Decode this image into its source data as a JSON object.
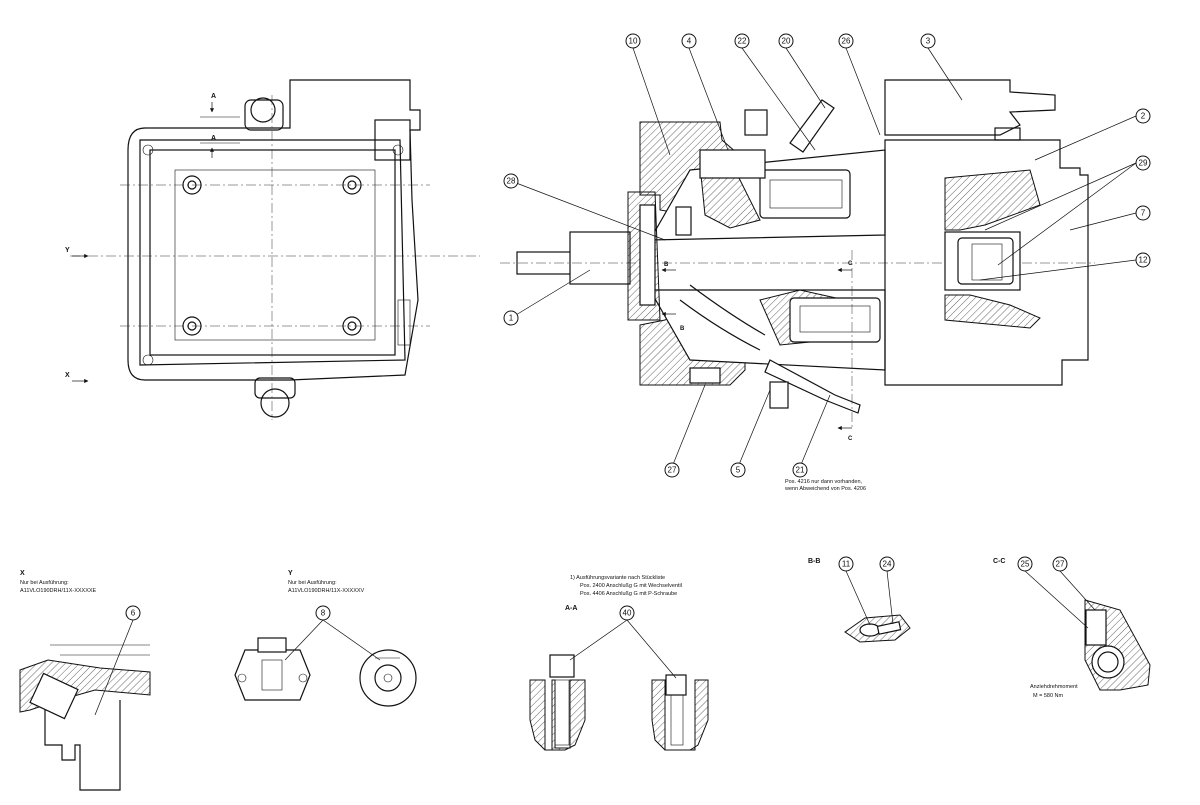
{
  "views": {
    "main_section": {
      "balloons": [
        "10",
        "4",
        "22",
        "20",
        "26",
        "3",
        "2",
        "29",
        "7",
        "12",
        "28",
        "1",
        "27",
        "5",
        "21"
      ],
      "section_markers": {
        "b_top": "B",
        "b_bottom": "B",
        "c_top": "C",
        "c_bottom": "C"
      },
      "note": [
        "Pos. 4216 nur dann vorhanden,",
        "wenn Abweichend von Pos. 4206"
      ]
    },
    "left_view": {
      "a_top": "A",
      "a_bottom": "A",
      "y_label": "Y",
      "x_label": "X"
    },
    "detail_x": {
      "title": "X",
      "note": [
        "Nur bei Ausführung:",
        "A11VLO190DRH/11X-XXXXXE"
      ],
      "balloon": "6"
    },
    "detail_y": {
      "title": "Y",
      "note": [
        "Nur bei Ausführung:",
        "A11VLO190DRH/11X-XXXXXV"
      ],
      "balloon": "8"
    },
    "section_aa": {
      "note": [
        "1) Ausführungsvariante nach Stückliste",
        "Pos. 2400 Anschlußg G mit Wechselventil",
        "Pos. 4406 Anschlußg G mit P-Schraube"
      ],
      "title": "A-A",
      "balloon": "40"
    },
    "section_bb": {
      "title": "B-B",
      "balloons": [
        "11",
        "24"
      ]
    },
    "section_cc": {
      "title": "C-C",
      "balloons": [
        "25",
        "27"
      ],
      "torque_note": [
        "Anziehdrehmoment",
        "M  = 580 Nm"
      ]
    }
  }
}
